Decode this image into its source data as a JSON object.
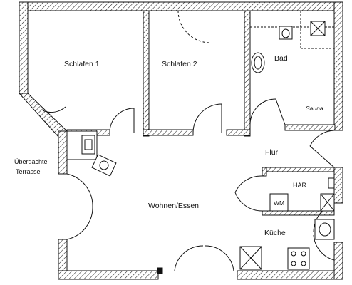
{
  "rooms": {
    "schlafen1": "Schlafen 1",
    "schlafen2": "Schlafen 2",
    "bad": "Bad",
    "sauna": "Sauna",
    "flur": "Flur",
    "har": "HAR",
    "wm": "WM",
    "wohnen": "Wohnen/Essen",
    "kueche": "Küche"
  },
  "exterior": {
    "terrasse_line1": "Überdachte",
    "terrasse_line2": "Terrasse"
  }
}
